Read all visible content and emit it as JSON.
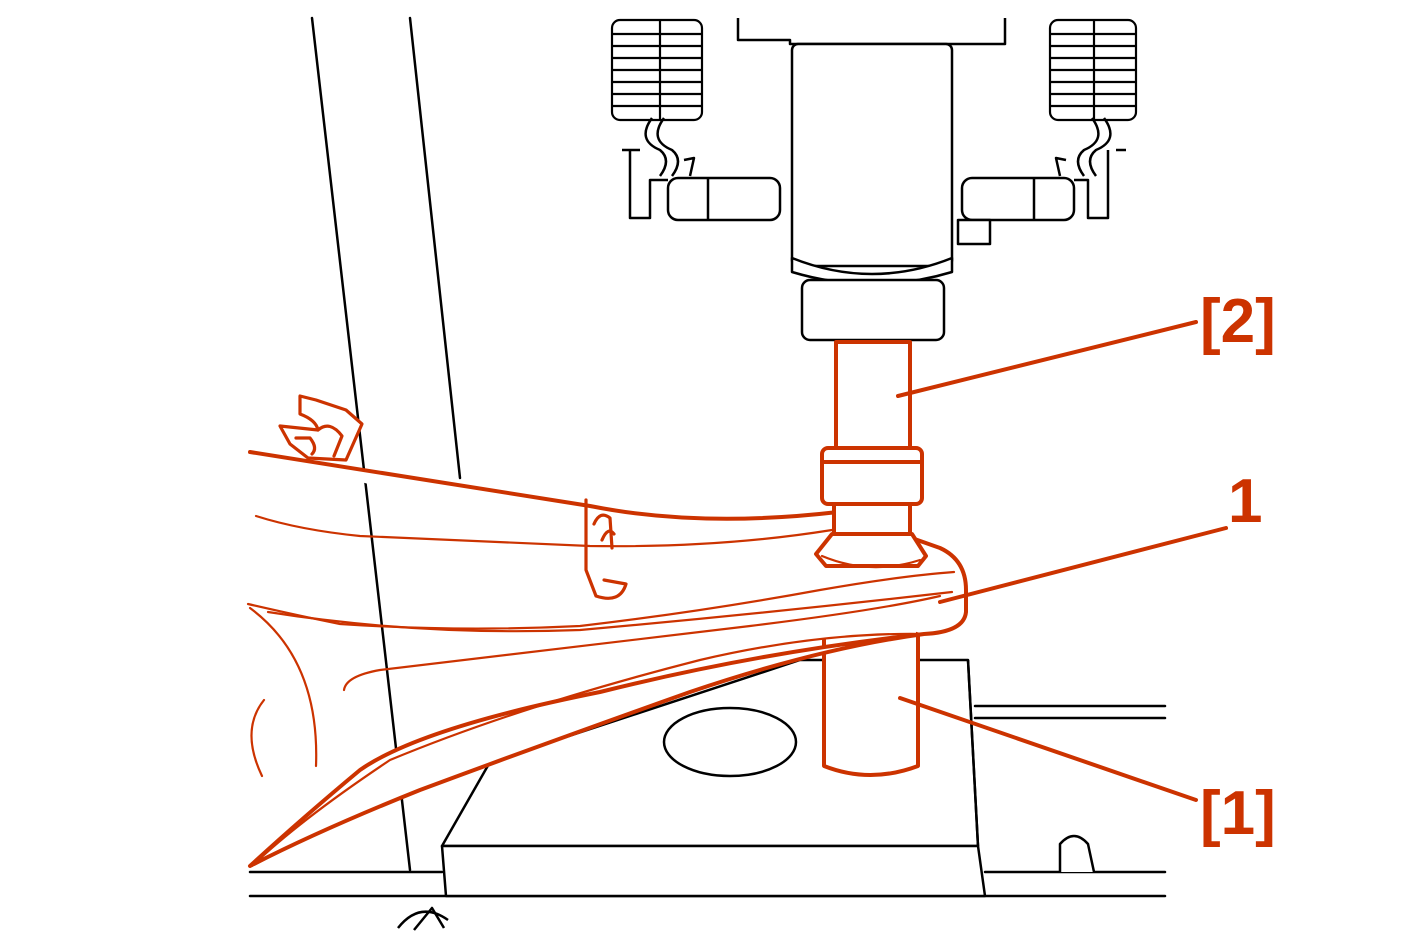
{
  "callouts": {
    "tool_2": "[2]",
    "part_1": "1",
    "tool_1": "[1]"
  },
  "colors": {
    "highlight": "#cc3300",
    "line": "#000000",
    "background": "#ffffff"
  }
}
